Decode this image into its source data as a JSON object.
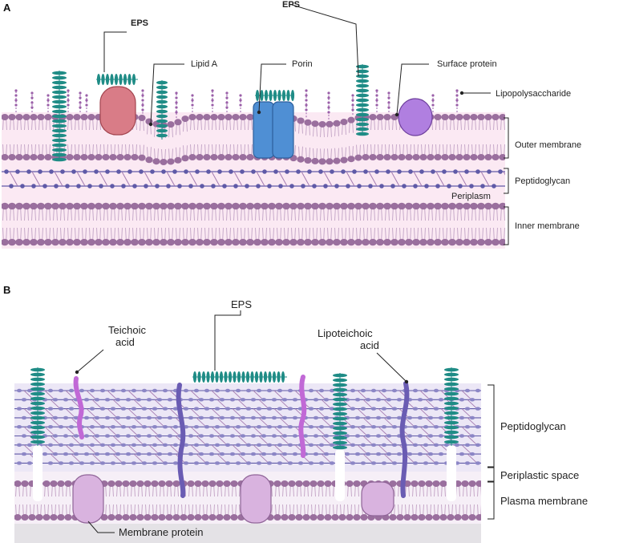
{
  "colors": {
    "membrane_bg": "#fbe9f3",
    "lipid_head": "#9a6f9e",
    "lipid_tail": "#c7a9c9",
    "pg_glycan": "#5f5aa7",
    "pg_peptide": "#a47bb0",
    "eps": "#1f8c86",
    "lps": "#9a5fa8",
    "porin": "#4f8fd4",
    "red_protein": "#d97c87",
    "purple_protein": "#b07fe0",
    "membrane_protein_b": "#d9b3df",
    "teichoic": "#c169d6",
    "lipoteichoic": "#6a5cb3",
    "gram_pos_bg": "#ece7f6",
    "cytoplasm": "#e4e2e6"
  },
  "panel_a": {
    "letter": "A",
    "labels": {
      "eps_left": "EPS",
      "eps_right": "EPS",
      "lipid_a": "Lipid A",
      "porin": "Porin",
      "surface_protein": "Surface protein",
      "lipopolysaccharide": "Lipopolysaccharide",
      "outer_membrane": "Outer membrane",
      "peptidoglycan": "Peptidoglycan",
      "periplasm": "Periplasm",
      "inner_membrane": "Inner membrane"
    }
  },
  "panel_b": {
    "letter": "B",
    "labels": {
      "teichoic_line1": "Teichoic",
      "teichoic_line2": "acid",
      "eps": "EPS",
      "lipoteichoic_line1": "Lipoteichoic",
      "lipoteichoic_line2": "acid",
      "peptidoglycan": "Peptidoglycan",
      "periplastic_space": "Periplastic space",
      "plasma_membrane": "Plasma membrane",
      "membrane_protein": "Membrane protein"
    }
  }
}
